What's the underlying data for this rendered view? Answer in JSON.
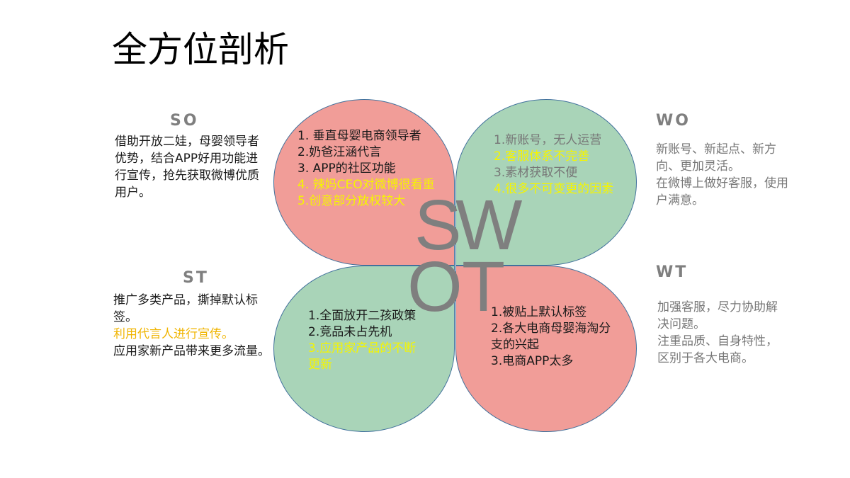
{
  "title": "全方位剖析",
  "letters": [
    "S",
    "W",
    "O",
    "T"
  ],
  "colors": {
    "pink": "#f19d98",
    "green": "#a9d4b8",
    "yellow": "#f5f500",
    "orange": "#f0b400",
    "gray": "#7f7f7f"
  },
  "strengths": [
    {
      "text": "1. 垂直母婴电商领导者",
      "c": "k"
    },
    {
      "text": "2.奶爸汪涵代言",
      "c": "k"
    },
    {
      "text": "3. APP的社区功能",
      "c": "k"
    },
    {
      "text": "4. 辣妈CEO对微博很看重",
      "c": "y"
    },
    {
      "text": "5.创意部分放权较大",
      "c": "y"
    }
  ],
  "weaknesses": [
    {
      "text": "1.新账号，无人运营",
      "c": "g"
    },
    {
      "text": "2.客服体系不完善",
      "c": "y"
    },
    {
      "text": "3.素材获取不便",
      "c": "g"
    },
    {
      "text": "4.很多不可变更的因素",
      "c": "y"
    }
  ],
  "opportunities": [
    {
      "text": "1.全面放开二孩政策",
      "c": "k"
    },
    {
      "text": "2.竞品未占先机",
      "c": "k"
    },
    {
      "text": "3.应用家产品的不断更新",
      "c": "y"
    }
  ],
  "threats": [
    {
      "text": "1.被贴上默认标签",
      "c": "k"
    },
    {
      "text": "2.各大电商母婴海淘分支的兴起",
      "c": "k"
    },
    {
      "text": "3.电商APP太多",
      "c": "k"
    }
  ],
  "so": {
    "head": "SO",
    "lines": [
      {
        "text": "借助开放二娃，母婴领导者优势，结合APP好用功能进行宣传，抢先获取微博优质用户。",
        "c": "k"
      }
    ]
  },
  "wo": {
    "head": "WO",
    "lines": [
      {
        "text": "新账号、新起点、新方向、更加灵活。",
        "c": "g"
      },
      {
        "text": "在微博上做好客服，使用户满意。",
        "c": "g"
      }
    ]
  },
  "st": {
    "head": "ST",
    "lines": [
      {
        "text": "推广多类产品，撕掉默认标签。",
        "c": "k"
      },
      {
        "text": "利用代言人进行宣传。",
        "c": "o"
      },
      {
        "text": "应用家新产品带来更多流量。",
        "c": "k"
      }
    ]
  },
  "wt": {
    "head": "WT",
    "lines": [
      {
        "text": "加强客服，尽力协助解决问题。",
        "c": "g"
      },
      {
        "text": "注重品质、自身特性，区别于各大电商。",
        "c": "g"
      }
    ]
  }
}
